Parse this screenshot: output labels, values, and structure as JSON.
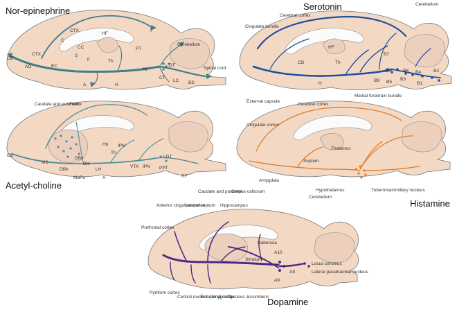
{
  "panels": {
    "norepinephrine": {
      "title": "Nor-epinephrine",
      "color": "#3f7f86",
      "labels": [
        "CTX",
        "HF",
        "C",
        "CC",
        "S",
        "F",
        "Th",
        "T",
        "PT",
        "Cerebellum",
        "CTX",
        "OB",
        "AO",
        "EC",
        "A",
        "H",
        "RF",
        "DT",
        "LC",
        "CT",
        "BS",
        "Spinal cord"
      ]
    },
    "serotonin": {
      "title": "Serotonin",
      "color": "#1d4fa0",
      "labels": [
        "Cerebral cortex",
        "Cerebellum",
        "Cingulate bundle",
        "HF",
        "CD",
        "Th",
        "H",
        "B7",
        "B8",
        "B9",
        "B6",
        "B4",
        "B5",
        "B3",
        "B2",
        "B1",
        "External capsule",
        "Medial forebrain bundle"
      ]
    },
    "acetylcholine": {
      "title": "Acetyl-choline",
      "color": "#4a8e98",
      "labels": [
        "Caudate and putamen",
        "Fornix",
        "OB",
        "MS",
        "DBv",
        "Hb",
        "IPN",
        "Th",
        "LDT",
        "PPT",
        "BM",
        "LH",
        "VTA",
        "IPN",
        "RF",
        "DBh",
        "MaPo",
        "A"
      ]
    },
    "histamine": {
      "title": "Histamine",
      "color": "#e07b23",
      "labels": [
        "Cerebral cortex",
        "Cingulate cortex",
        "Thalamus",
        "Septum",
        "Amygdala",
        "Hypothalamus",
        "Tuberomammillary nucleus",
        "Cerebellum"
      ]
    },
    "dopamine": {
      "title": "Dopamine",
      "color": "#4a2a84",
      "labels": [
        "Caudate and putamen",
        "Corpus callosum",
        "Anterior cingulate cortex",
        "Lateral septum",
        "Hippocampus",
        "Prefrontal cortex",
        "Habenula",
        "Striatum",
        "A10",
        "Locus ceruleus",
        "A8",
        "Lateral parabrachial nucleus",
        "A9",
        "Pyriform cortex",
        "Central nucleus (amygdala)",
        "Entorhinal cortex",
        "Nucleus accumbens"
      ]
    }
  }
}
